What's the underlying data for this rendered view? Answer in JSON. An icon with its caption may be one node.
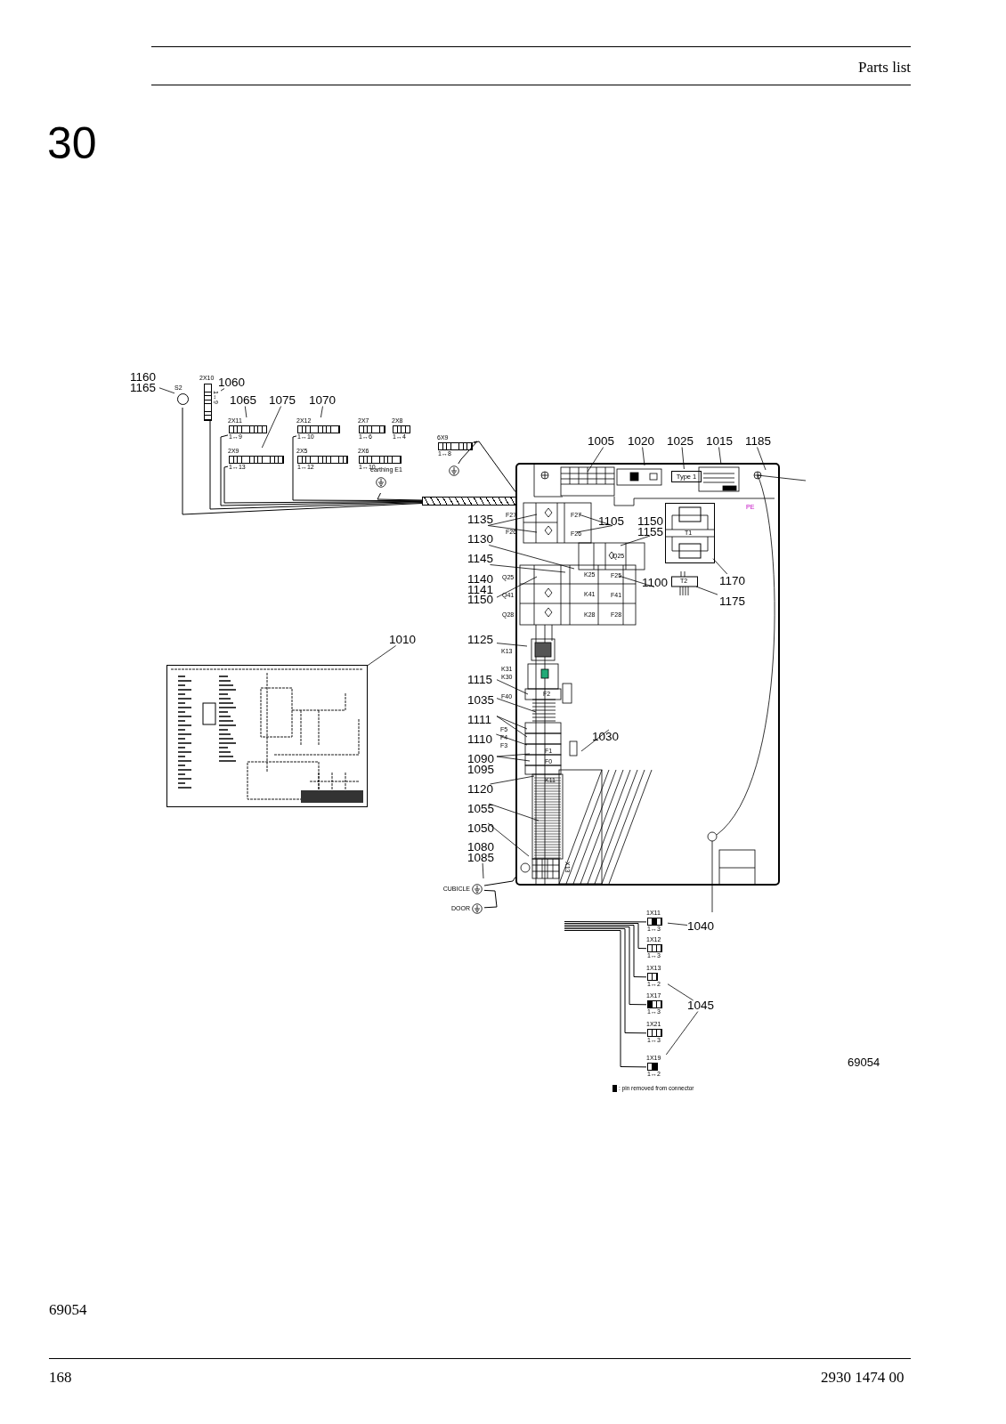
{
  "diagram": {
    "title": "Parts list",
    "nodes": [
      {
        "text": [
          "1160",
          "1165"
        ]
      },
      {
        "text": [
          "S2"
        ]
      },
      {
        "text": [
          "2X10",
          "1↔9"
        ]
      },
      {
        "text": [
          "1060"
        ]
      },
      {
        "text": [
          "1065"
        ]
      },
      {
        "text": [
          "1075"
        ]
      },
      {
        "text": [
          "1070"
        ]
      },
      {
        "text": [
          "2X11",
          "1↔9"
        ]
      },
      {
        "text": [
          "2X12",
          "1↔10"
        ]
      },
      {
        "text": [
          "2X7",
          "1↔6"
        ]
      },
      {
        "text": [
          "2X8",
          "1↔4"
        ]
      },
      {
        "text": [
          "2X9",
          "1↔13"
        ]
      },
      {
        "text": [
          "2X5",
          "1↔12"
        ]
      },
      {
        "text": [
          "2X6",
          "1↔10"
        ]
      },
      {
        "text": [
          "earthing E1"
        ]
      },
      {
        "text": [
          "6X9",
          "1↔8"
        ]
      },
      {
        "text": [],
        "shape": "circle"
      },
      {
        "text": [],
        "shape": "bar"
      },
      {
        "text": [],
        "shape": "box"
      },
      {
        "text": [
          "Type 1"
        ],
        "in": 18
      },
      {
        "text": [
          "T1"
        ],
        "in": 18
      },
      {
        "text": [
          "T2"
        ],
        "in": 18
      },
      {
        "text": [
          "1005"
        ]
      },
      {
        "text": [
          "1020"
        ]
      },
      {
        "text": [
          "1025"
        ]
      },
      {
        "text": [
          "1015"
        ]
      },
      {
        "text": [
          "1185"
        ]
      },
      {
        "text": [
          "1135"
        ]
      },
      {
        "text": [
          "1105"
        ],
        "in": 18
      },
      {
        "text": [
          "1150",
          "1155"
        ],
        "in": 18
      },
      {
        "text": [
          "1130"
        ]
      },
      {
        "text": [
          "1145"
        ]
      },
      {
        "text": [
          "1140",
          "1141",
          "1150"
        ]
      },
      {
        "text": [
          "1100"
        ],
        "in": 18
      },
      {
        "text": [
          "1170"
        ],
        "in": 18
      },
      {
        "text": [
          "1175"
        ],
        "in": 18
      },
      {
        "text": [
          "1010"
        ]
      },
      {
        "text": [],
        "shape": "picture"
      },
      {
        "text": [
          "1125"
        ]
      },
      {
        "text": [
          "1115"
        ]
      },
      {
        "text": [
          "1035"
        ]
      },
      {
        "text": [
          "1111"
        ]
      },
      {
        "text": [
          "1110"
        ]
      },
      {
        "text": [
          "1090",
          "1095"
        ]
      },
      {
        "text": [
          "1120"
        ]
      },
      {
        "text": [
          "1055"
        ]
      },
      {
        "text": [
          "1050"
        ]
      },
      {
        "text": [
          "1080",
          "1085"
        ]
      },
      {
        "text": [
          "1030"
        ],
        "in": 18
      },
      {
        "text": [
          "1X11",
          "1↔3"
        ]
      },
      {
        "text": [
          "1X12",
          "1↔3"
        ]
      },
      {
        "text": [
          "1X13",
          "1↔2"
        ]
      },
      {
        "text": [
          "1X17",
          "1↔3"
        ]
      },
      {
        "text": [
          "1X21",
          "1↔3"
        ]
      },
      {
        "text": [
          "1X19",
          "1↔2"
        ]
      },
      {
        "text": [
          "1040"
        ]
      },
      {
        "text": [
          "1045"
        ]
      },
      {
        "text": [
          "CUBICLE"
        ]
      },
      {
        "text": [
          "DOOR"
        ]
      }
    ],
    "edges": [
      {
        "from": 0,
        "to": 1,
        "arrow": "none"
      },
      {
        "from": 3,
        "to": 2,
        "arrow": "none"
      },
      {
        "from": 4,
        "to": 7,
        "arrow": "none"
      },
      {
        "from": 5,
        "to": 11,
        "arrow": "none"
      },
      {
        "from": 6,
        "to": 8,
        "arrow": "none"
      },
      {
        "from": 1,
        "to": 17,
        "arrow": "none"
      },
      {
        "from": 2,
        "to": 17,
        "arrow": "none"
      },
      {
        "from": 7,
        "to": 17,
        "arrow": "none"
      },
      {
        "from": 11,
        "to": 17,
        "arrow": "none"
      },
      {
        "from": 8,
        "to": 17,
        "arrow": "none"
      },
      {
        "from": 14,
        "to": 17,
        "arrow": "none"
      },
      {
        "from": 15,
        "to": 16,
        "arrow": "none"
      },
      {
        "from": 15,
        "to": 18,
        "arrow": "none"
      },
      {
        "from": 22,
        "to": 18,
        "arrow": "none"
      },
      {
        "from": 23,
        "to": 18,
        "arrow": "none"
      },
      {
        "from": 24,
        "to": 19,
        "arrow": "none"
      },
      {
        "from": 25,
        "to": 18,
        "arrow": "none"
      },
      {
        "from": 26,
        "to": 18,
        "arrow": "none"
      },
      {
        "from": 27,
        "to": 18,
        "arrow": "none"
      },
      {
        "from": 27,
        "to": 18,
        "arrow": "none"
      },
      {
        "from": 28,
        "to": 18,
        "arrow": "none"
      },
      {
        "from": 28,
        "to": 18,
        "arrow": "none"
      },
      {
        "from": 29,
        "to": 18,
        "arrow": "none"
      },
      {
        "from": 30,
        "to": 18,
        "arrow": "none"
      },
      {
        "from": 31,
        "to": 18,
        "arrow": "none"
      },
      {
        "from": 32,
        "to": 18,
        "arrow": "none"
      },
      {
        "from": 33,
        "to": 18,
        "arrow": "none"
      },
      {
        "from": 34,
        "to": 20,
        "arrow": "none"
      },
      {
        "from": 35,
        "to": 21,
        "arrow": "none"
      },
      {
        "from": 36,
        "to": 37,
        "arrow": "none"
      },
      {
        "from": 38,
        "to": 18,
        "arrow": "none"
      },
      {
        "from": 39,
        "to": 18,
        "arrow": "none"
      },
      {
        "from": 40,
        "to": 18,
        "arrow": "none"
      },
      {
        "from": 41,
        "to": 18,
        "arrow": "none"
      },
      {
        "from": 41,
        "to": 18,
        "arrow": "none"
      },
      {
        "from": 42,
        "to": 18,
        "arrow": "none"
      },
      {
        "from": 43,
        "to": 18,
        "arrow": "none"
      },
      {
        "from": 43,
        "to": 18,
        "arrow": "none"
      },
      {
        "from": 44,
        "to": 18,
        "arrow": "none"
      },
      {
        "from": 45,
        "to": 18,
        "arrow": "none"
      },
      {
        "from": 46,
        "to": 18,
        "arrow": "none"
      },
      {
        "from": 47,
        "to": null,
        "arrow": "none"
      },
      {
        "from": 48,
        "to": 18,
        "arrow": "none"
      },
      {
        "from": null,
        "to": 49,
        "arrow": "none"
      },
      {
        "from": null,
        "to": 50,
        "arrow": "none"
      },
      {
        "from": null,
        "to": 51,
        "arrow": "none"
      },
      {
        "from": null,
        "to": 52,
        "arrow": "none"
      },
      {
        "from": null,
        "to": 53,
        "arrow": "none"
      },
      {
        "from": null,
        "to": 54,
        "arrow": "none"
      },
      {
        "from": 55,
        "to": 49,
        "arrow": "none"
      },
      {
        "from": 56,
        "to": 51,
        "arrow": "none"
      },
      {
        "from": 56,
        "to": 54,
        "arrow": "none"
      },
      {
        "from": 57,
        "to": 58,
        "arrow": "none"
      },
      {
        "from": 57,
        "to": 18,
        "arrow": "none"
      }
    ],
    "labels": [
      "30",
      "F27",
      "F26",
      "F27",
      "F26",
      "Q25",
      "Q25",
      "Q41",
      "Q28",
      "K25",
      "K41",
      "K28",
      "F25",
      "F41",
      "F28",
      "K13",
      "K31",
      "K30",
      "F40",
      "F2",
      "F5",
      "F4",
      "F3",
      "F1",
      "F0",
      "K11",
      "X13",
      "PE",
      "69054",
      "69054",
      "168",
      "2930 1474 00"
    ],
    "legend": [
      {
        "text": ": pin removed from connector",
        "color": "#000000"
      }
    ]
  }
}
